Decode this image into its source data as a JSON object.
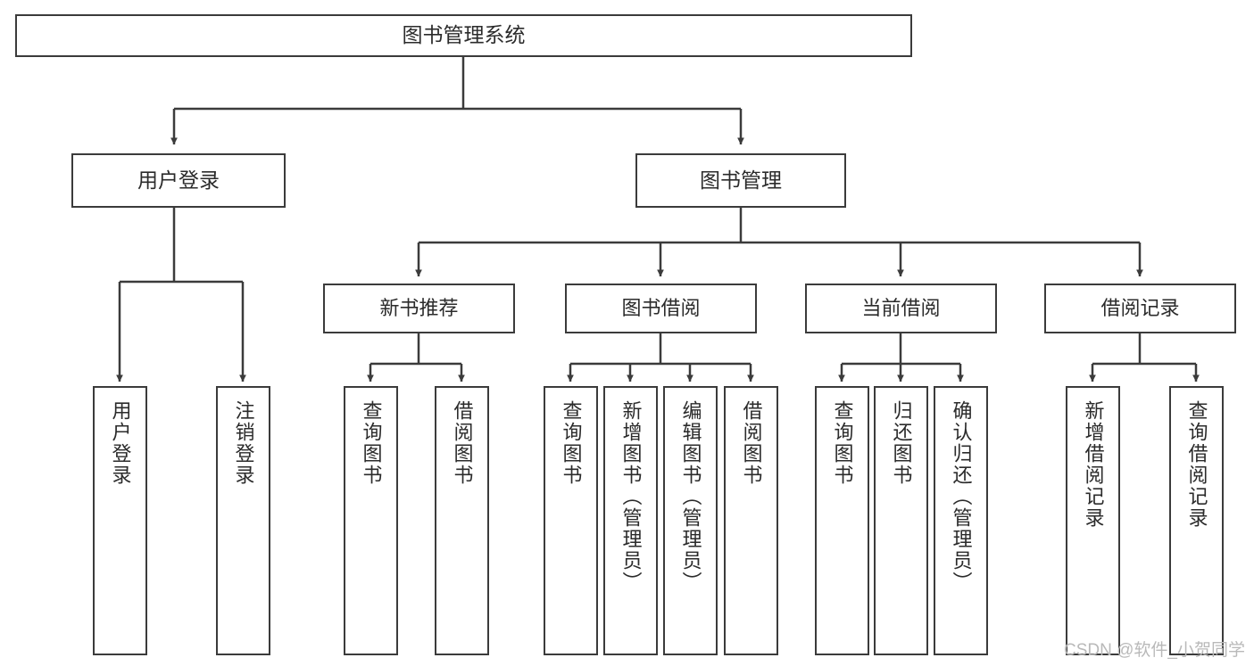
{
  "diagram": {
    "type": "tree",
    "title": "图书管理系统",
    "watermark": "CSDN @软件_小贺同学",
    "colors": {
      "background": "#ffffff",
      "box_border": "#3b3b3b",
      "box_fill": "#ffffff",
      "connector": "#3b3b3b",
      "text": "#2b2b2b",
      "watermark": "#b9b9b9"
    },
    "root": {
      "label": "图书管理系统"
    },
    "level2": [
      {
        "label": "用户登录"
      },
      {
        "label": "图书管理"
      }
    ],
    "level3": [
      {
        "label": "新书推荐"
      },
      {
        "label": "图书借阅"
      },
      {
        "label": "当前借阅"
      },
      {
        "label": "借阅记录"
      }
    ],
    "leaves": {
      "user_login": [
        {
          "label": "用户登录"
        },
        {
          "label": "注销登录"
        }
      ],
      "new_book_recommend": [
        {
          "label": "查询图书"
        },
        {
          "label": "借阅图书"
        }
      ],
      "book_borrow": [
        {
          "label": "查询图书"
        },
        {
          "label": "新增图书（管理员）"
        },
        {
          "label": "编辑图书（管理员）"
        },
        {
          "label": "借阅图书"
        }
      ],
      "current_borrow": [
        {
          "label": "查询图书"
        },
        {
          "label": "归还图书"
        },
        {
          "label": "确认归还（管理员）"
        }
      ],
      "borrow_record": [
        {
          "label": "新增借阅记录"
        },
        {
          "label": "查询借阅记录"
        }
      ]
    }
  }
}
